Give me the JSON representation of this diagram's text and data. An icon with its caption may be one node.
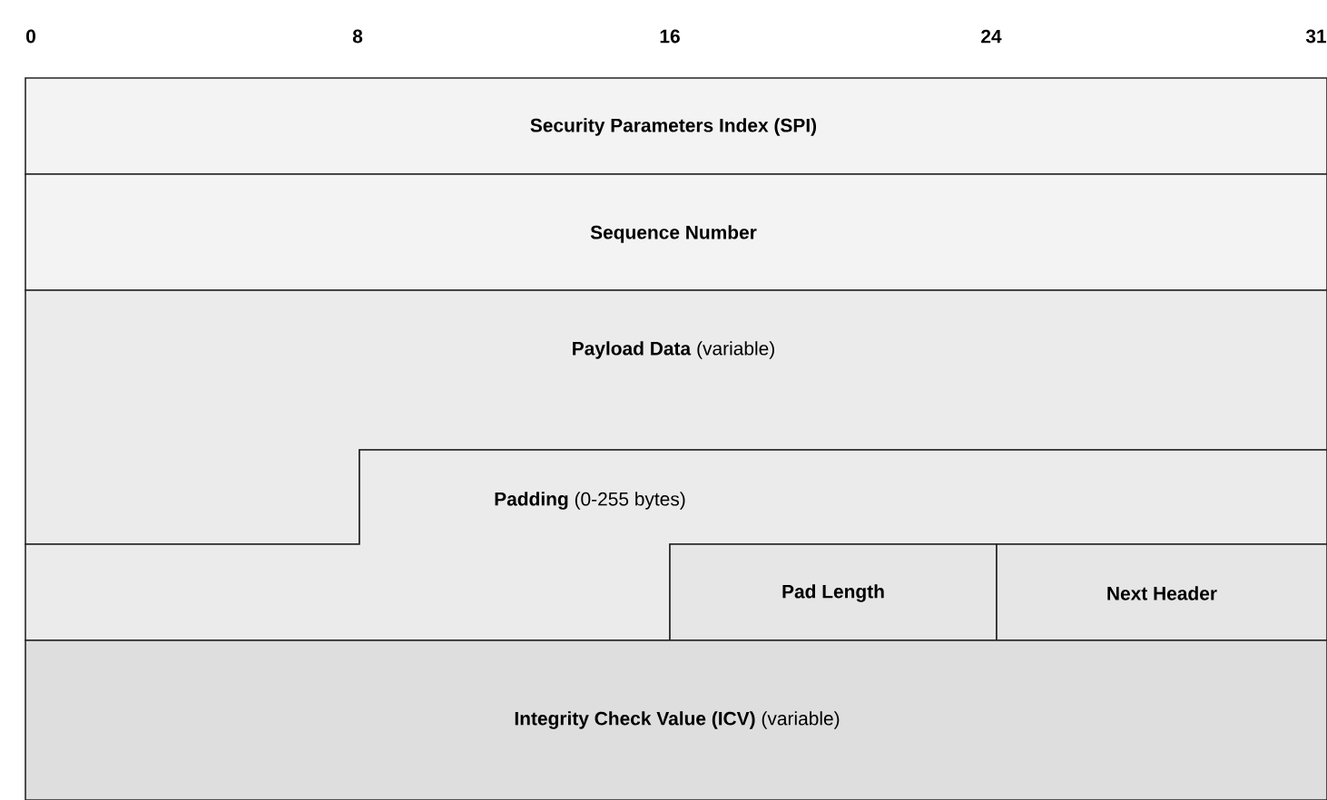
{
  "diagram": {
    "nodes": [
      {
        "text": [
          "Security Parameters Index (SPI)"
        ]
      },
      {
        "text": [
          "Sequence Number"
        ]
      },
      {
        "text": [
          "**Payload Data** (variable)"
        ]
      },
      {
        "text": [
          "**Padding** (0-255 bytes)"
        ]
      },
      {
        "text": [
          "Pad Length"
        ]
      },
      {
        "text": [
          "Next Header"
        ]
      },
      {
        "text": [
          "**Integrity Check Value (ICV)** (variable)"
        ]
      }
    ],
    "labels": [
      "0",
      "8",
      "16",
      "24",
      "31"
    ]
  }
}
